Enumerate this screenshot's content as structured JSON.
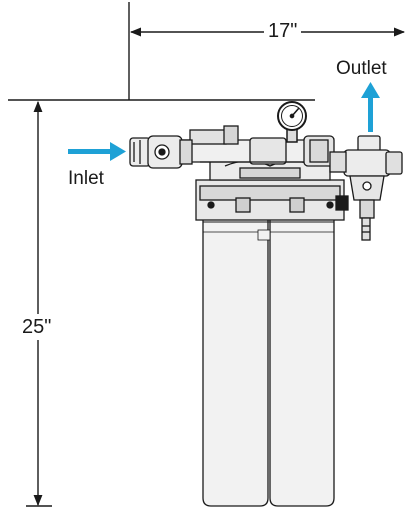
{
  "dimensions": {
    "width": "17\"",
    "height": "25\""
  },
  "labels": {
    "inlet": "Inlet",
    "outlet": "Outlet"
  },
  "colors": {
    "flow_arrow": "#1ea1d6",
    "line": "#1a1a1a",
    "body": "#f2f2f2"
  },
  "icons": {
    "pressure_gauge": "pressure-gauge-icon"
  }
}
